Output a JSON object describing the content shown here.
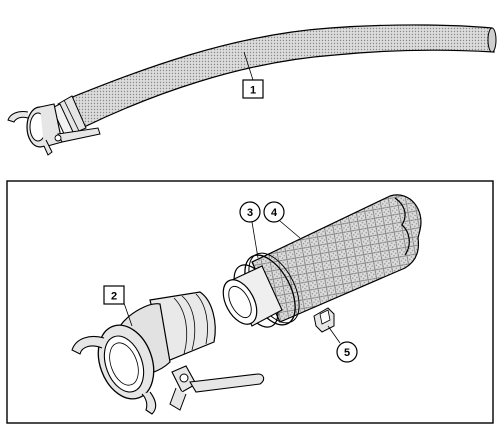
{
  "diagram": {
    "callouts": [
      {
        "id": "c1",
        "label": "1",
        "shape": "square"
      },
      {
        "id": "c2",
        "label": "2",
        "shape": "square"
      },
      {
        "id": "c3",
        "label": "3",
        "shape": "circle"
      },
      {
        "id": "c4",
        "label": "4",
        "shape": "circle"
      },
      {
        "id": "c5",
        "label": "5",
        "shape": "circle"
      }
    ],
    "colors": {
      "line": "#000000",
      "hose_fill": "#c9c9c9",
      "metal_fill": "#e6e6e6",
      "background": "#ffffff"
    }
  }
}
